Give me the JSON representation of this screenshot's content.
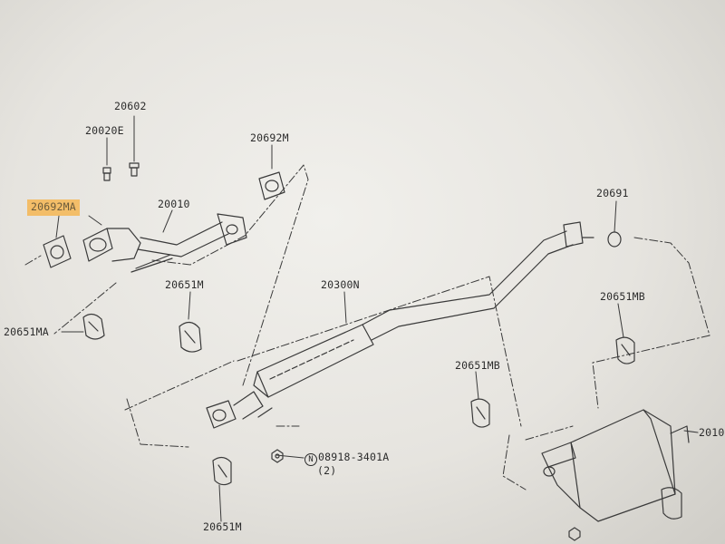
{
  "labels": {
    "p20602": "20602",
    "p20020e": "20020E",
    "p20692m": "20692M",
    "p20692ma": "20692MA",
    "p20010": "20010",
    "p20691": "20691",
    "p20651m_top": "20651M",
    "p20300n": "20300N",
    "p20651mb_right": "20651MB",
    "p20651ma": "20651MA",
    "p20651mb_mid": "20651MB",
    "nut_symbol": "N",
    "nut_part": "08918-3401A",
    "nut_qty": "(2)",
    "p20651m_bottom": "20651M",
    "p2010_edge": "2010"
  },
  "colors": {
    "line": "#3a3a3a",
    "highlight": "#f6b246",
    "paper": "#eceae5"
  }
}
